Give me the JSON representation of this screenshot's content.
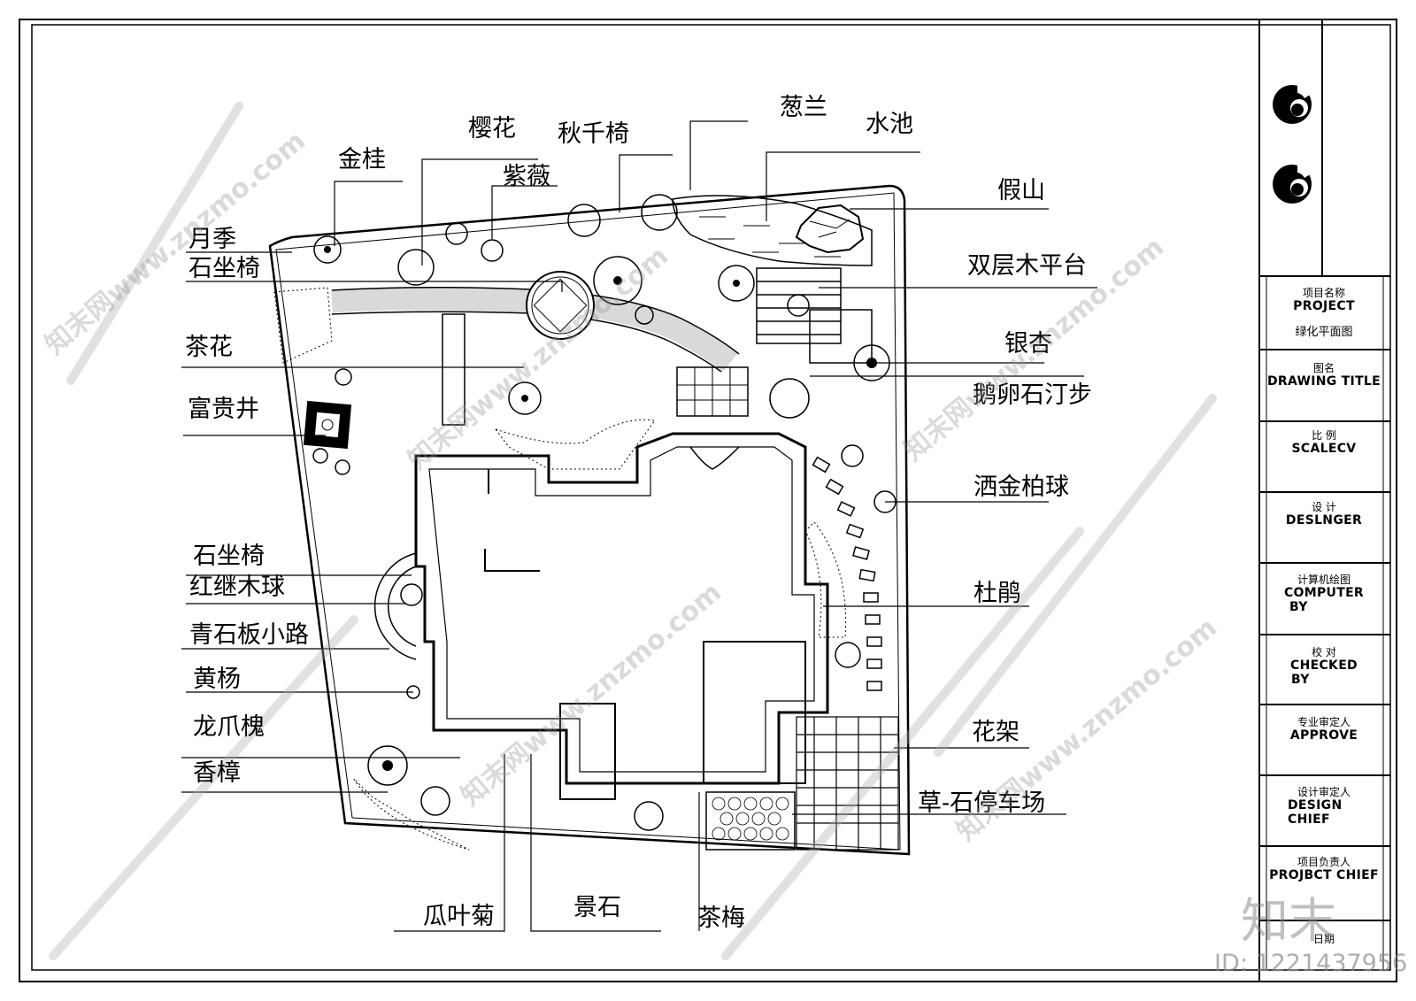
{
  "labels_left": [
    "月季",
    "石坐椅",
    "金桂",
    "茶花",
    "富贵井",
    "石坐椅",
    "红继木球",
    "青石板小路",
    "黄杨",
    "龙爪槐",
    "香樟"
  ],
  "labels_top": [
    "樱花",
    "紫薇",
    "秋千椅",
    "葱兰",
    "水池"
  ],
  "labels_right": [
    "假山",
    "双层木平台",
    "银杏",
    "鹅卵石汀步",
    "洒金柏球",
    "杜鹃",
    "花架",
    "草-石停车场"
  ],
  "labels_bottom": [
    "瓜叶菊",
    "景石",
    "茶梅"
  ],
  "title_block": {
    "project": {
      "cn": "项目名称",
      "en": "PROJECT",
      "value": "绿化平面图"
    },
    "drawing_title": {
      "cn": "图名",
      "en": "DRAWING TITLE"
    },
    "scale": {
      "cn": "比 例",
      "en": "SCALECV"
    },
    "designer": {
      "cn": "设 计",
      "en": "DESLNGER"
    },
    "computer": {
      "cn": "计算机绘图",
      "en1": "COMPUTER",
      "en2": "BY"
    },
    "checked": {
      "cn": "校 对",
      "en1": "CHECKED",
      "en2": "BY"
    },
    "approve": {
      "cn": "专业审定人",
      "en": "APPROVE"
    },
    "design_chief": {
      "cn": "设计审定人",
      "en1": "DESIGN",
      "en2": "CHIEF"
    },
    "project_chief": {
      "cn": "项目负责人",
      "en": "PROJBCT CHIEF"
    },
    "date": {
      "cn": "日期"
    }
  },
  "watermark": "知末网www.znzmo.com",
  "brand": "知末",
  "image_id": "ID: 1221437956"
}
